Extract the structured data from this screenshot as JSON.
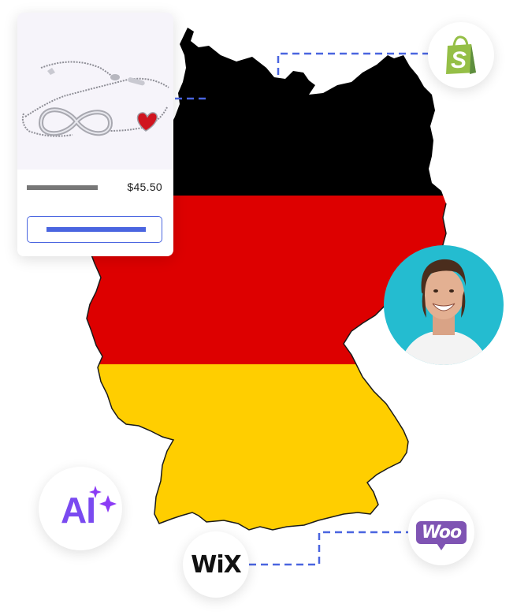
{
  "map": {
    "country": "Germany",
    "flag_colors": {
      "black": "#000000",
      "red": "#dd0000",
      "gold": "#ffce00"
    },
    "outline_color": "#1a1a1a"
  },
  "connector_color": "#4a65e0",
  "product_card": {
    "image_alt": "Silver infinity bracelet with red heart charm",
    "image_bg": "#f6f4fa",
    "title_placeholder": "",
    "price": "$45.50",
    "button_label": ""
  },
  "integrations": {
    "shopify": {
      "name": "Shopify",
      "icon": "shopify-bag-icon",
      "color": "#95bf47"
    },
    "ai": {
      "label": "AI",
      "icon": "sparkles-icon",
      "color": "#7a4af0"
    },
    "wix": {
      "label": "WiX",
      "icon": "wix-logo"
    },
    "woo": {
      "label": "Woo",
      "icon": "woocommerce-logo",
      "color": "#7f54b3"
    }
  },
  "avatar": {
    "alt": "Smiling young man in white t-shirt",
    "bg": "#24bcd0"
  }
}
